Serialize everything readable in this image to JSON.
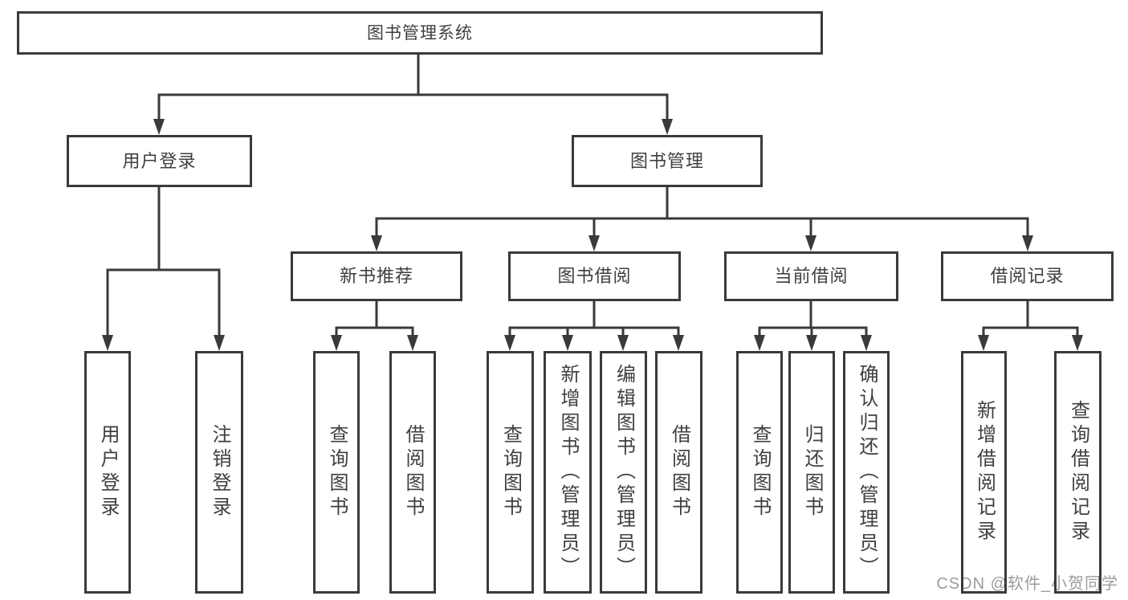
{
  "diagram": {
    "root": {
      "label": "图书管理系统",
      "branches": [
        {
          "label": "用户登录",
          "children": [
            {
              "label": "用户登录"
            },
            {
              "label": "注销登录"
            }
          ]
        },
        {
          "label": "图书管理",
          "children": [
            {
              "label": "新书推荐",
              "children": [
                {
                  "label": "查询图书"
                },
                {
                  "label": "借阅图书"
                }
              ]
            },
            {
              "label": "图书借阅",
              "children": [
                {
                  "label": "查询图书"
                },
                {
                  "label": "新增图书（管理员）"
                },
                {
                  "label": "编辑图书（管理员）"
                },
                {
                  "label": "借阅图书"
                }
              ]
            },
            {
              "label": "当前借阅",
              "children": [
                {
                  "label": "查询图书"
                },
                {
                  "label": "归还图书"
                },
                {
                  "label": "确认归还（管理员）"
                }
              ]
            },
            {
              "label": "借阅记录",
              "children": [
                {
                  "label": "新增借阅记录"
                },
                {
                  "label": "查询借阅记录"
                }
              ]
            }
          ]
        }
      ]
    }
  },
  "watermark": "CSDN @软件_小贺同学",
  "colors": {
    "line": "#3a3a3a",
    "text": "#3f3f3f",
    "watermark": "#9c9c9c",
    "background": "#ffffff"
  }
}
